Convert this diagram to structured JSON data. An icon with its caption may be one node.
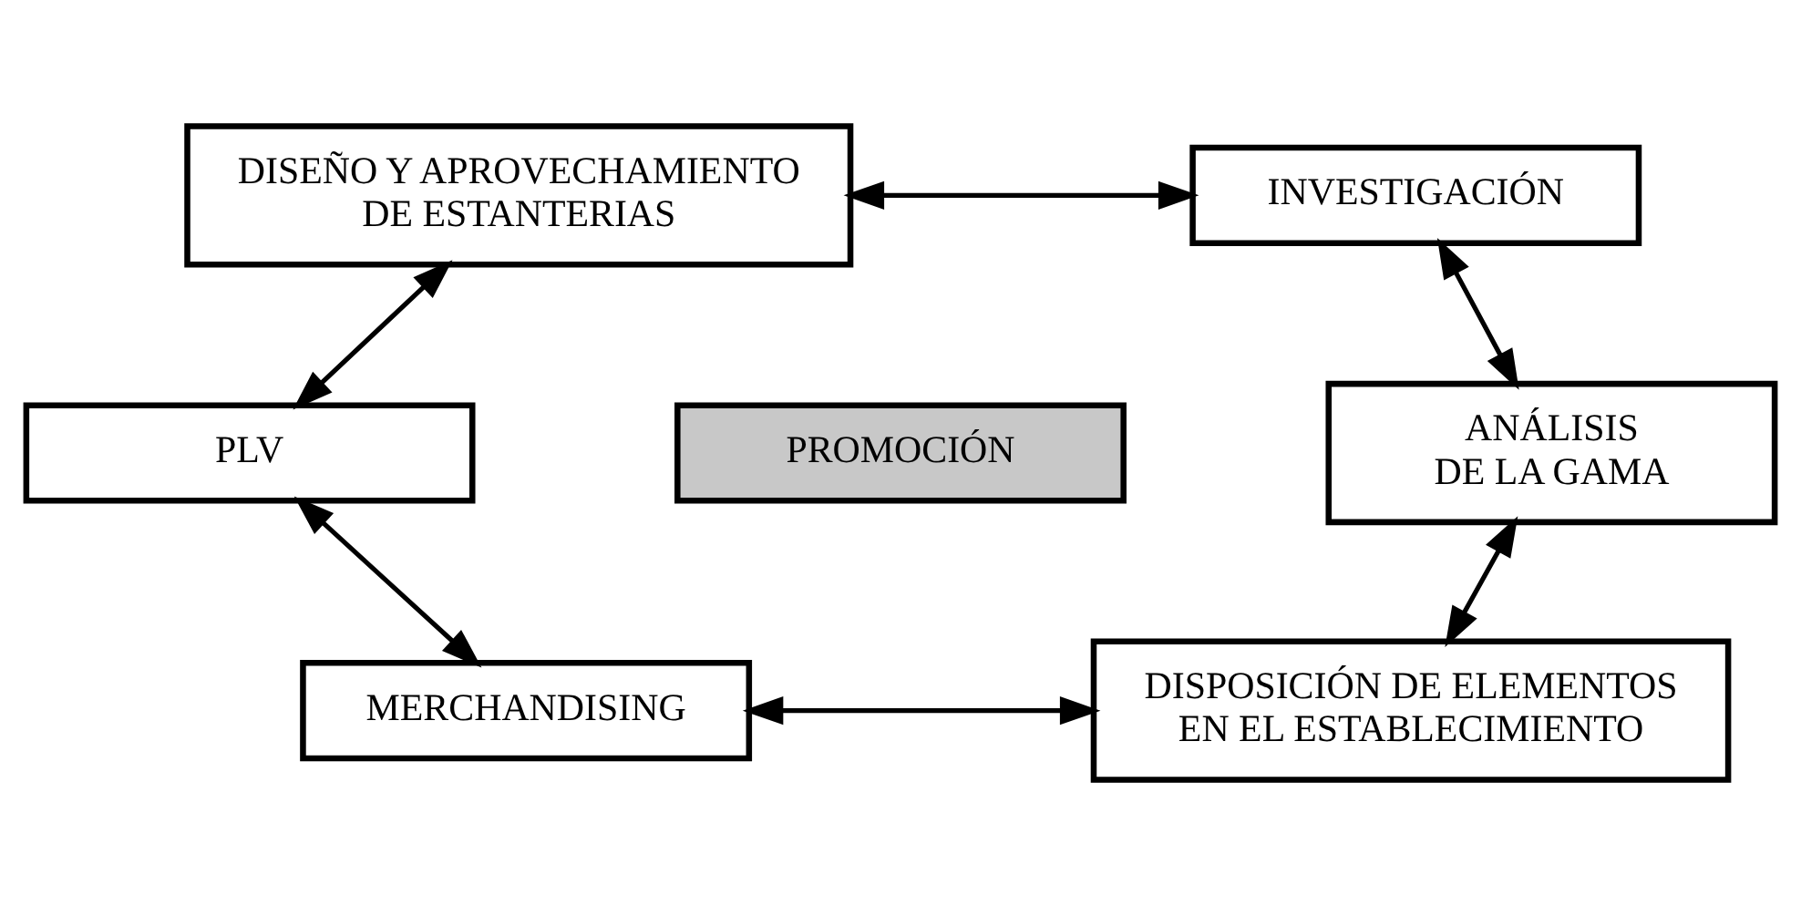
{
  "diagram": {
    "nodes": [
      {
        "text": [
          "DISEÑO Y APROVECHAMIENTO DE ESTANTERIAS"
        ]
      },
      {
        "text": [
          "INVESTIGACIÓN"
        ]
      },
      {
        "text": [
          "PLV"
        ]
      },
      {
        "text": [
          "PROMOCIÓN"
        ]
      },
      {
        "text": [
          "ANÁLISIS DE LA GAMA"
        ]
      },
      {
        "text": [
          "MERCHANDISING"
        ]
      },
      {
        "text": [
          "DISPOSICIÓN DE ELEMENTOS EN EL ESTABLECIMIENTO"
        ]
      }
    ],
    "edges": [
      {
        "from": 0,
        "to": 1,
        "arrow": "both"
      },
      {
        "from": 0,
        "to": 2,
        "arrow": "both"
      },
      {
        "from": 1,
        "to": 4,
        "arrow": "both"
      },
      {
        "from": 2,
        "to": 5,
        "arrow": "both"
      },
      {
        "from": 4,
        "to": 6,
        "arrow": "both"
      },
      {
        "from": 5,
        "to": 6,
        "arrow": "both"
      }
    ]
  }
}
